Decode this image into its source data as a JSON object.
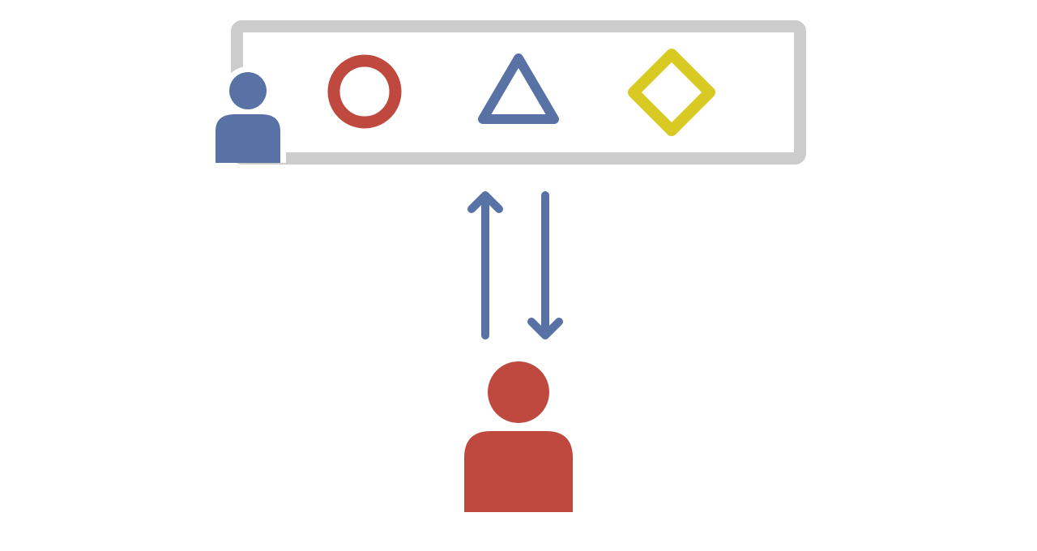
{
  "colors": {
    "board": "#cccccc",
    "presenter": "#5872a6",
    "viewer": "#c0493f",
    "circle": "#c0493f",
    "triangle": "#5872a6",
    "diamond": "#d9c923",
    "arrows": "#5872a6"
  },
  "shapes": [
    "circle",
    "triangle",
    "diamond"
  ]
}
